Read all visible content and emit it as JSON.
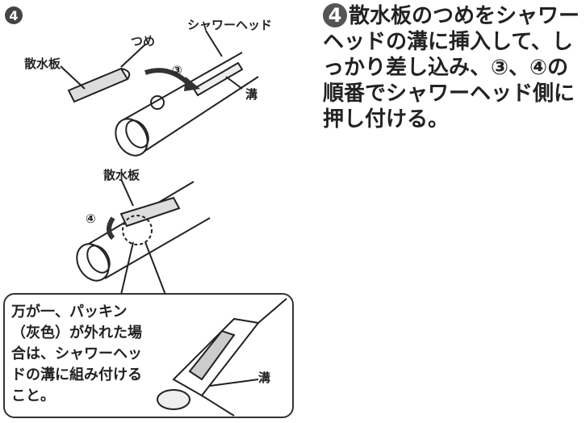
{
  "step_marker": "4",
  "illustration_top": {
    "label_shower_head": "シャワーヘッド",
    "label_claw": "つめ",
    "label_spray_plate": "散水板",
    "label_step3": "③",
    "label_groove": "溝"
  },
  "illustration_middle": {
    "label_spray_plate": "散水板",
    "label_step4": "④"
  },
  "note": {
    "text": "万が一、パッキン（灰色）が外れた場合は、シャワーヘッドの溝に組み付けること。",
    "label_groove": "溝"
  },
  "instruction": {
    "badge": "4",
    "text": "散水板のつめをシャワーヘッドの溝に挿入して、しっかり差し込み、③、④の順番でシャワーヘッド側に押し付ける。"
  }
}
